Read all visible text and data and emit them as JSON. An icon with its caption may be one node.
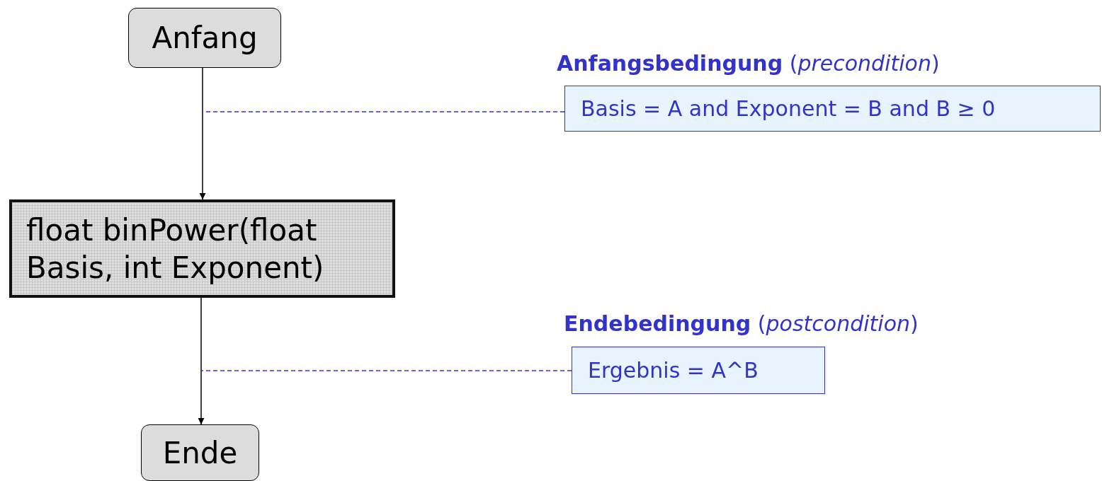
{
  "diagram": {
    "nodes": [
      {
        "text": [
          "Anfang"
        ]
      },
      {
        "text": [
          "float binPower(float Basis, int Exponent)"
        ]
      },
      {
        "text": [
          "Ende"
        ]
      },
      {
        "text": [
          "**Anfangsbedingung** (*precondition*)",
          "Basis = A and Exponent = B and B ≥ 0"
        ]
      },
      {
        "text": [
          "**Endebedingung** (*postcondition*)",
          "Ergebnis = A^B"
        ]
      }
    ],
    "edges": [
      {
        "from": 0,
        "to": 1,
        "arrow": "to"
      },
      {
        "from": 1,
        "to": 2,
        "arrow": "to"
      },
      {
        "from": 3,
        "to": null,
        "arrow": "none",
        "style": "dashed",
        "color": "#3333cc"
      },
      {
        "from": 4,
        "to": null,
        "arrow": "none",
        "style": "dashed",
        "color": "#3333cc"
      }
    ]
  }
}
